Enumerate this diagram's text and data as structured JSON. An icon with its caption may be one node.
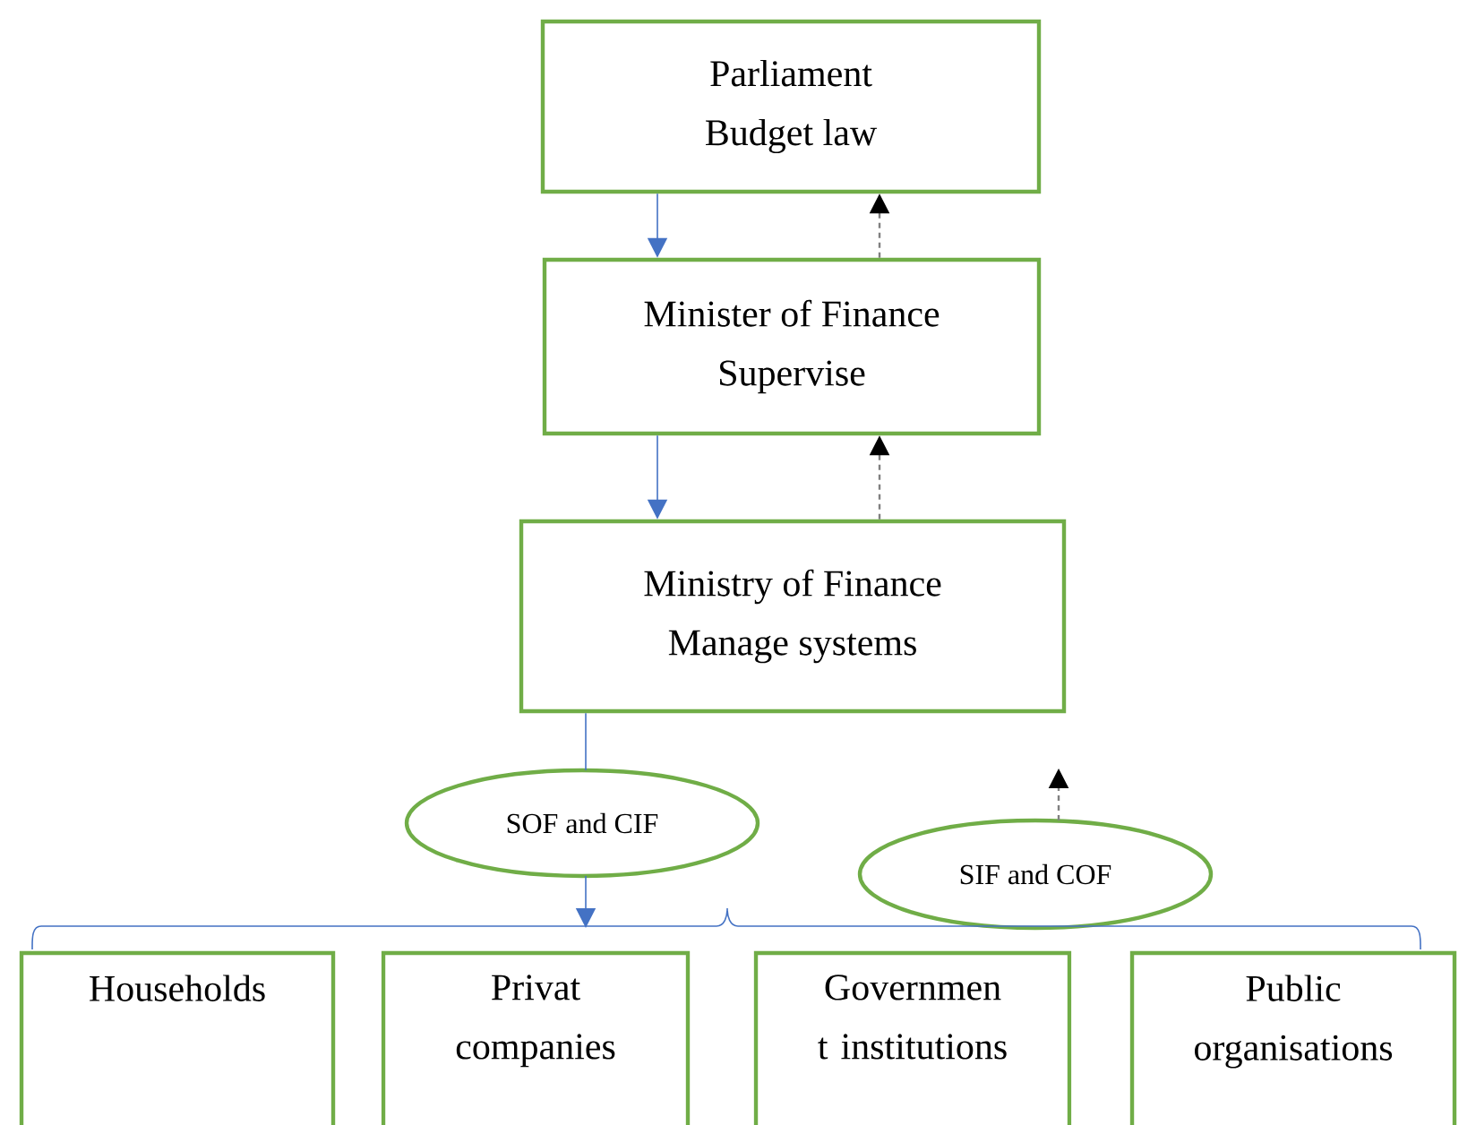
{
  "diagram": {
    "nodes": [
      {
        "text": [
          "Parliament",
          "Budget law"
        ]
      },
      {
        "text": [
          "Minister of Finance",
          "Supervise"
        ]
      },
      {
        "text": [
          "Ministry of Finance",
          "Manage systems"
        ]
      },
      {
        "text": [
          "SOF and CIF"
        ]
      },
      {
        "text": [
          "SIF and COF"
        ]
      },
      {
        "text": [
          "Households"
        ]
      },
      {
        "text": [
          "Privat companies"
        ]
      },
      {
        "text": [
          "Governmen t institutions"
        ]
      },
      {
        "text": [
          "Public organisations"
        ]
      },
      {
        "text": [],
        "shape": "bracket"
      }
    ],
    "edges": [
      {
        "from": 0,
        "to": 1,
        "arrow": "to"
      },
      {
        "from": 1,
        "to": 0,
        "arrow": "to",
        "style": "dashed",
        "color": "#808080"
      },
      {
        "from": 1,
        "to": 2,
        "arrow": "to"
      },
      {
        "from": 2,
        "to": 1,
        "arrow": "to",
        "style": "dashed",
        "color": "#808080"
      },
      {
        "from": 2,
        "to": 3,
        "arrow": "none"
      },
      {
        "from": 3,
        "to": 9,
        "arrow": "to"
      },
      {
        "from": 4,
        "to": null,
        "arrow": "to",
        "style": "dashed",
        "color": "#808080"
      }
    ]
  }
}
